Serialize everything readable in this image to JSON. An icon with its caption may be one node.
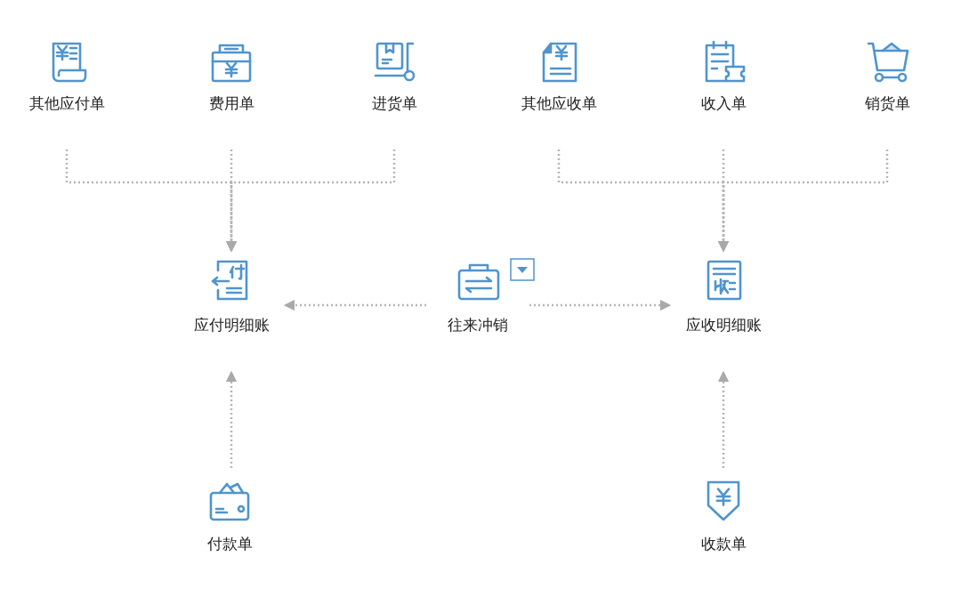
{
  "diagram": {
    "nodes": [
      {
        "text": [
          "其他应付单"
        ]
      },
      {
        "text": [
          "费用单"
        ]
      },
      {
        "text": [
          "进货单"
        ]
      },
      {
        "text": [
          "其他应收单"
        ]
      },
      {
        "text": [
          "收入单"
        ]
      },
      {
        "text": [
          "销货单"
        ]
      },
      {
        "text": [
          "应付明细账"
        ]
      },
      {
        "text": [
          "往来冲销"
        ]
      },
      {
        "text": [
          "应收明细账"
        ]
      },
      {
        "text": [
          "付款单"
        ]
      },
      {
        "text": [
          "收款单"
        ]
      }
    ],
    "edges": [
      {
        "from": 0,
        "to": 6,
        "arrow": "to"
      },
      {
        "from": 1,
        "to": 6,
        "arrow": "to"
      },
      {
        "from": 2,
        "to": 6,
        "arrow": "to"
      },
      {
        "from": 3,
        "to": 8,
        "arrow": "to"
      },
      {
        "from": 4,
        "to": 8,
        "arrow": "to"
      },
      {
        "from": 5,
        "to": 8,
        "arrow": "to"
      },
      {
        "from": 7,
        "to": 6,
        "arrow": "to"
      },
      {
        "from": 7,
        "to": 8,
        "arrow": "to"
      },
      {
        "from": 9,
        "to": 6,
        "arrow": "to"
      },
      {
        "from": 10,
        "to": 8,
        "arrow": "to"
      }
    ]
  }
}
